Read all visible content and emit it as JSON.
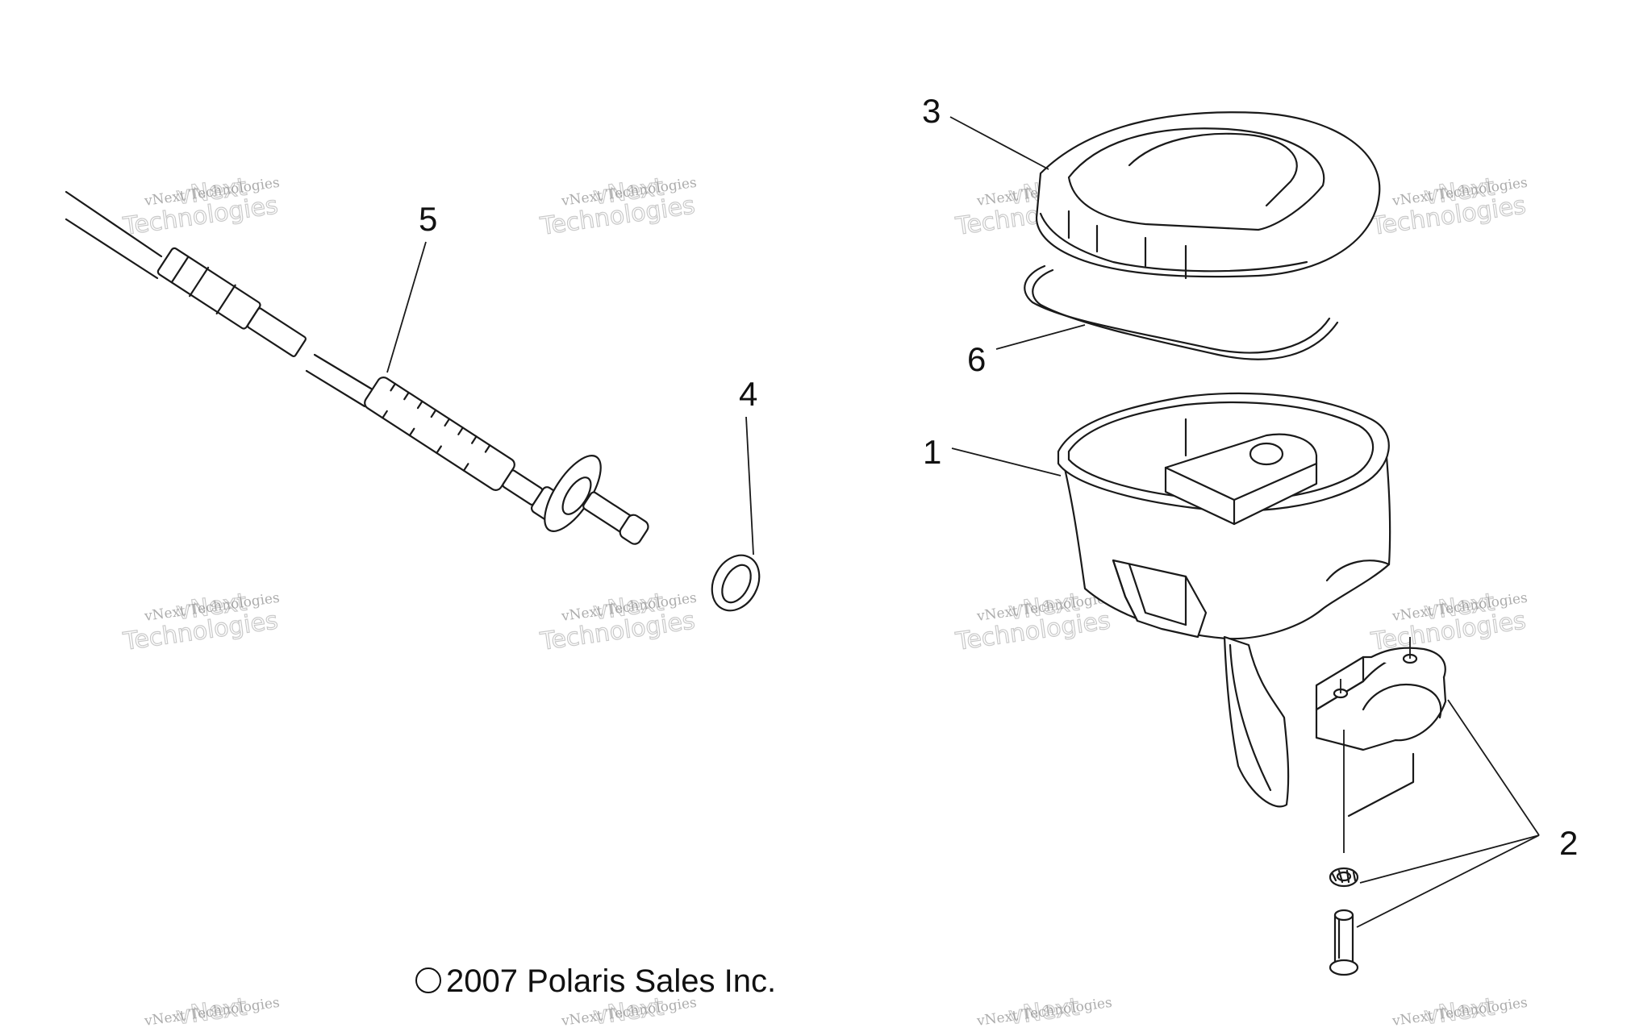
{
  "callouts": {
    "c1": "1",
    "c2": "2",
    "c3": "3",
    "c4": "4",
    "c5": "5",
    "c6": "6"
  },
  "copyright": {
    "symbol": "©",
    "text": "2007 Polaris Sales Inc."
  },
  "watermark": {
    "line1": "vNext Technologies",
    "line2": "Technologies",
    "overlay": "vNext"
  },
  "colors": {
    "line": "#1a1a1a",
    "background": "#ffffff",
    "watermark": "#8a8a8a"
  }
}
